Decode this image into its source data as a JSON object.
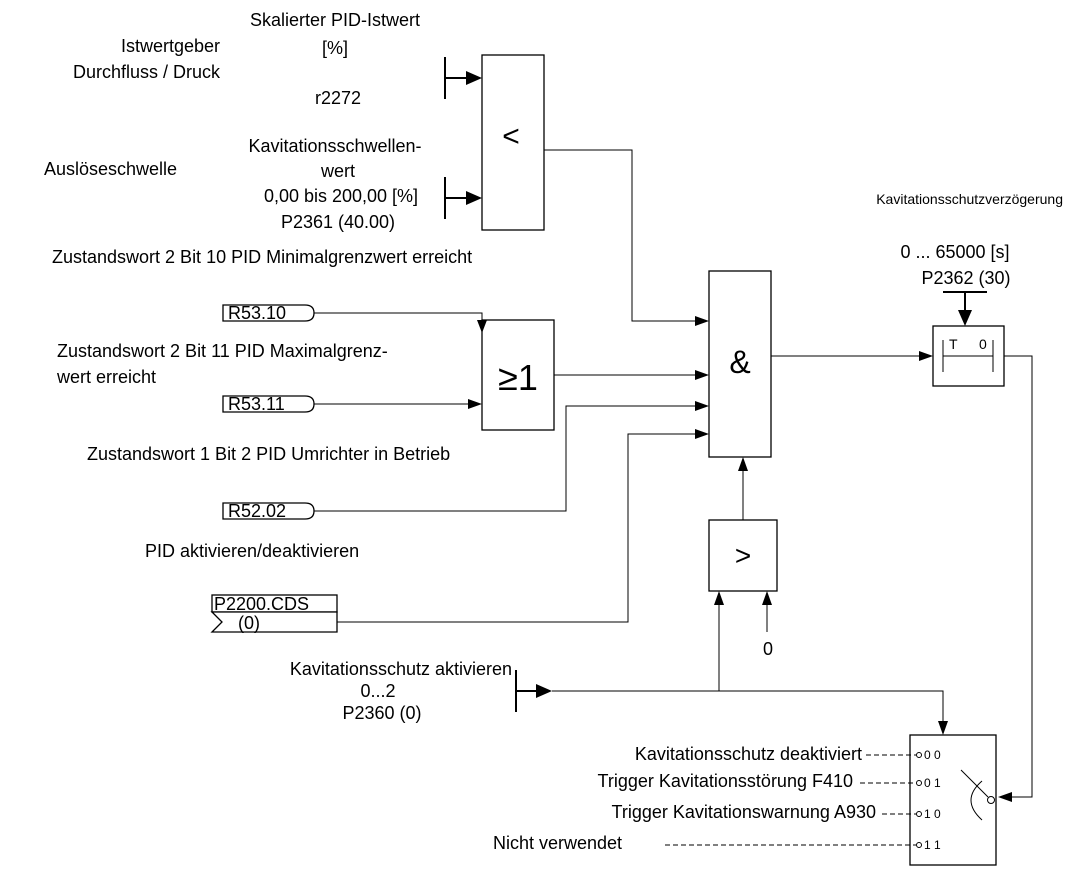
{
  "inputs": {
    "istwert_source": [
      "Istwertgeber",
      "Durchfluss / Druck"
    ],
    "istwert_name": [
      "Skalierter PID-Istwert",
      "[%]"
    ],
    "istwert_param": "r2272",
    "schwelle_label": "Auslöseschwelle",
    "schwelle_name": [
      "Kavitationsschwellen-",
      "wert"
    ],
    "schwelle_range": "0,00 bis 200,00 [%]",
    "schwelle_param": "P2361 (40.00)"
  },
  "status_bits": {
    "bit10_label": "Zustandswort 2 Bit 10 PID Minimalgrenzwert erreicht",
    "bit10_signal": "R53.10",
    "bit11_label": [
      "Zustandswort 2 Bit 11 PID Maximalgrenz-",
      "wert erreicht"
    ],
    "bit11_signal": "R53.11",
    "bit2_label": "Zustandswort 1 Bit 2 PID Umrichter in Betrieb",
    "bit2_signal": "R52.02",
    "pid_label": "PID aktivieren/deaktivieren",
    "pid_param": "P2200.CDS",
    "pid_value": "(0)"
  },
  "blocks": {
    "compare_less": "<",
    "or_gate": "≥1",
    "and_gate": "&",
    "compare_greater": ">",
    "timer_t": "T",
    "timer_zero": "0",
    "zero_const": "0"
  },
  "delay": {
    "title": "Kavitationsschutzverzögerung",
    "range": "0 ... 65000 [s]",
    "param": "P2362 (30)"
  },
  "activation": {
    "label": "Kavitationsschutz aktivieren",
    "range": "0...2",
    "param": "P2360 (0)"
  },
  "switch": {
    "options": [
      {
        "label": "Kavitationsschutz deaktiviert",
        "code": "0 0"
      },
      {
        "label": "Trigger Kavitationsstörung F410",
        "code": "0 1"
      },
      {
        "label": "Trigger Kavitationswarnung A930",
        "code": "1 0"
      },
      {
        "label": "Nicht verwendet",
        "code": "1 1"
      }
    ]
  }
}
